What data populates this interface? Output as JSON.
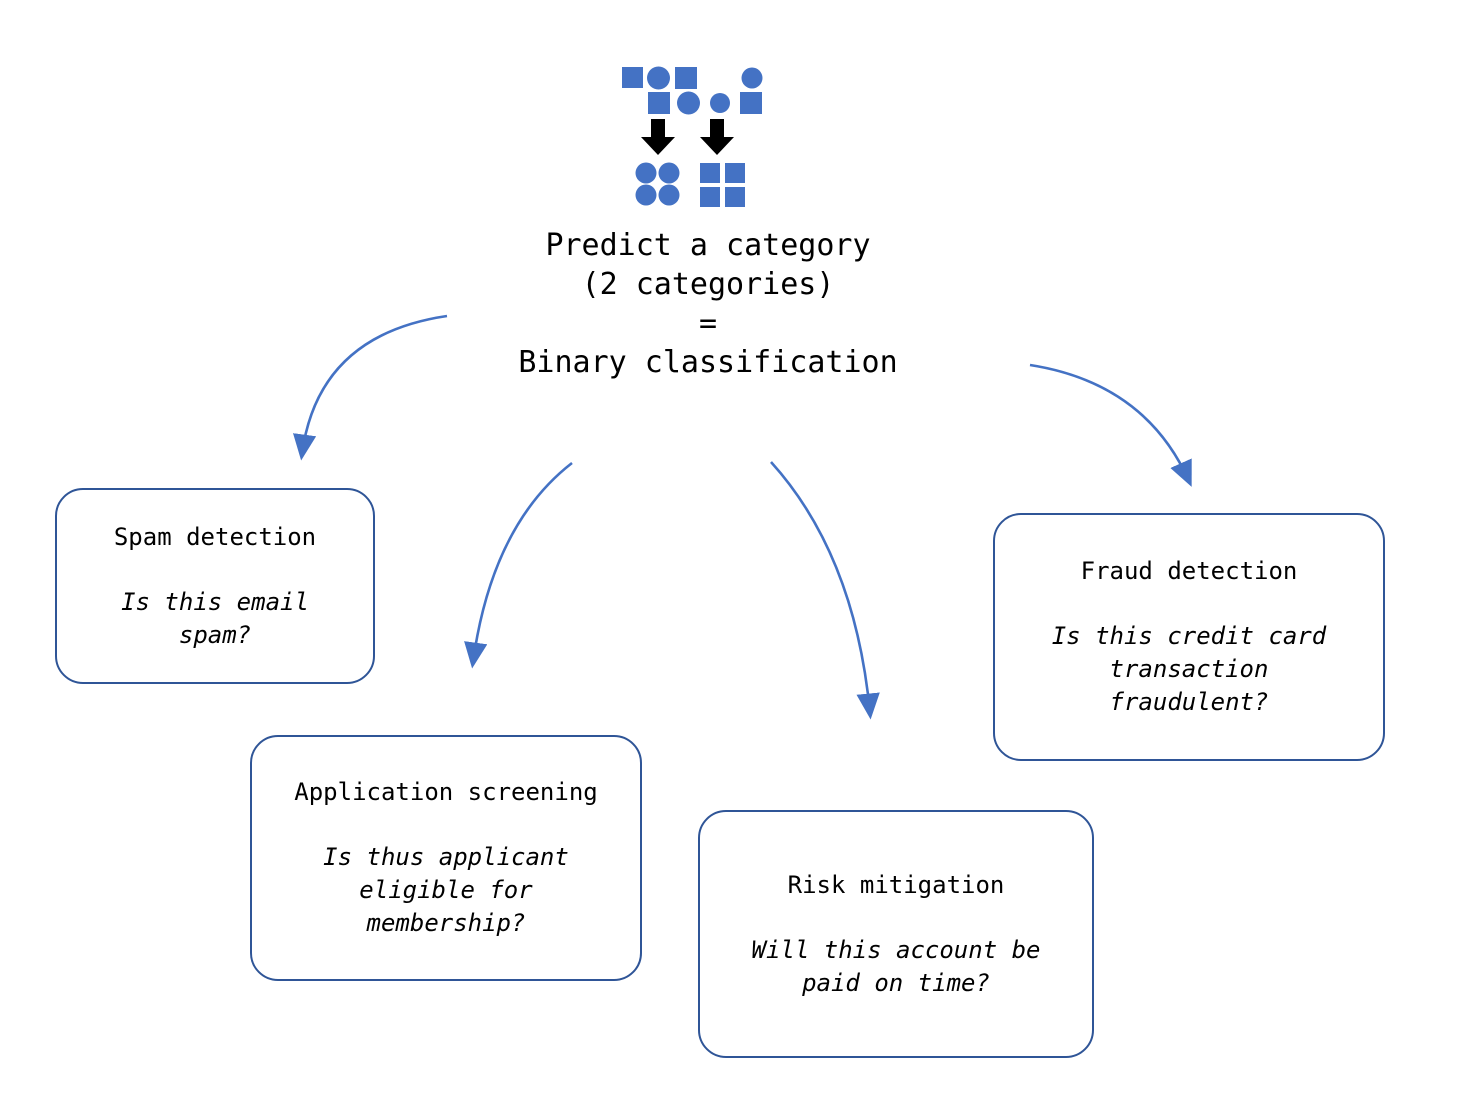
{
  "diagram": {
    "header": {
      "icon_name": "binary-classification-icon",
      "title_lines": [
        "Predict a category",
        "(2 categories)",
        "=",
        "Binary classification"
      ]
    },
    "boxes": [
      {
        "title": "Spam detection",
        "question": "Is this email spam?"
      },
      {
        "title": "Application screening",
        "question": "Is thus applicant eligible for membership?"
      },
      {
        "title": "Risk mitigation",
        "question": "Will this account be paid on time?"
      },
      {
        "title": "Fraud detection",
        "question": "Is this credit card transaction fraudulent?"
      }
    ],
    "colors": {
      "shape_blue": "#4472C4",
      "box_border_blue": "#2F5597",
      "connector_arrow_blue": "#4472C4",
      "sort_arrow_black": "#000000",
      "text": "#000000",
      "background": "#FFFFFF"
    }
  }
}
